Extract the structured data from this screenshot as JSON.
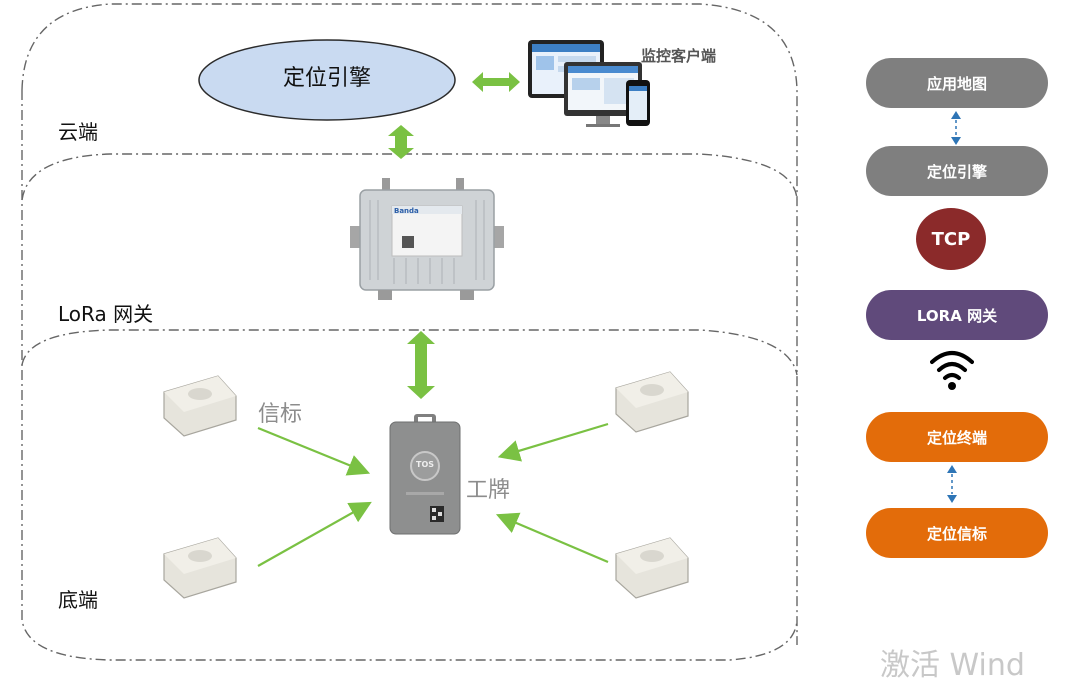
{
  "left_diagram": {
    "cloud_label": "云端",
    "gateway_label": "LoRa 网关",
    "bottom_label": "底端",
    "engine_label": "定位引擎",
    "client_label": "监控客户端",
    "beacon_label": "信标",
    "badge_label": "工牌",
    "badge_logo": "TOS",
    "device_brand": "Banda"
  },
  "right_stack": {
    "items": [
      {
        "label": "应用地图",
        "color": "#7f7f7f"
      },
      {
        "label": "定位引擎",
        "color": "#7f7f7f"
      },
      {
        "label": "TCP",
        "color": "#8b2a2a"
      },
      {
        "label": "LORA 网关",
        "color": "#604a7b"
      },
      {
        "label": "wifi-signal-icon",
        "color": "#000000"
      },
      {
        "label": "定位终端",
        "color": "#e36c0a"
      },
      {
        "label": "定位信标",
        "color": "#e36c0a"
      }
    ]
  },
  "colors": {
    "green_arrow": "#7ac143",
    "engine_fill": "#c9daf1",
    "blue_arrow": "#2e75b6"
  },
  "watermark": "激活 Wind"
}
